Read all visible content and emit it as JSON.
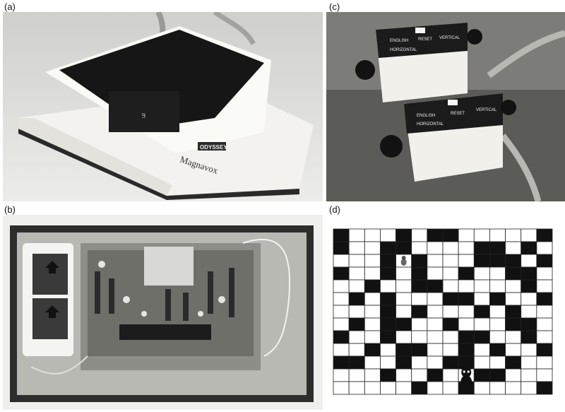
{
  "panels": {
    "a": {
      "label": "(a)",
      "brand_label": "Magnavox",
      "badge": "ODYSSEY",
      "cartridge_number": "9"
    },
    "b": {
      "label": "(b)"
    },
    "c": {
      "label": "(c)",
      "controller": {
        "english": "ENGLISH",
        "horizontal": "HORIZONTAL",
        "reset": "RESET",
        "vertical": "VERTICAL"
      }
    },
    "d": {
      "label": "(d)",
      "grid": {
        "rows": 13,
        "cols": 14,
        "black_cells": [
          [
            0,
            0
          ],
          [
            0,
            4
          ],
          [
            0,
            6
          ],
          [
            0,
            7
          ],
          [
            0,
            13
          ],
          [
            1,
            0
          ],
          [
            1,
            3
          ],
          [
            1,
            4
          ],
          [
            1,
            9
          ],
          [
            1,
            10
          ],
          [
            1,
            12
          ],
          [
            2,
            3
          ],
          [
            2,
            5
          ],
          [
            2,
            9
          ],
          [
            2,
            10
          ],
          [
            2,
            11
          ],
          [
            2,
            13
          ],
          [
            3,
            0
          ],
          [
            3,
            3
          ],
          [
            3,
            5
          ],
          [
            3,
            8
          ],
          [
            3,
            11
          ],
          [
            3,
            12
          ],
          [
            4,
            2
          ],
          [
            4,
            5
          ],
          [
            4,
            6
          ],
          [
            4,
            12
          ],
          [
            5,
            1
          ],
          [
            5,
            3
          ],
          [
            5,
            7
          ],
          [
            5,
            8
          ],
          [
            5,
            10
          ],
          [
            5,
            13
          ],
          [
            6,
            3
          ],
          [
            6,
            5
          ],
          [
            6,
            9
          ],
          [
            6,
            11
          ],
          [
            7,
            1
          ],
          [
            7,
            3
          ],
          [
            7,
            4
          ],
          [
            7,
            7
          ],
          [
            7,
            11
          ],
          [
            7,
            12
          ],
          [
            8,
            0
          ],
          [
            8,
            3
          ],
          [
            8,
            8
          ],
          [
            8,
            9
          ],
          [
            8,
            12
          ],
          [
            9,
            2
          ],
          [
            9,
            4
          ],
          [
            9,
            5
          ],
          [
            9,
            8
          ],
          [
            9,
            10
          ],
          [
            9,
            13
          ],
          [
            10,
            0
          ],
          [
            10,
            1
          ],
          [
            10,
            4
          ],
          [
            10,
            7
          ],
          [
            10,
            8
          ],
          [
            10,
            11
          ],
          [
            11,
            3
          ],
          [
            11,
            6
          ],
          [
            11,
            9
          ],
          [
            11,
            10
          ],
          [
            12,
            5
          ],
          [
            12,
            8
          ],
          [
            12,
            13
          ]
        ],
        "mouse_cell": [
          2,
          4
        ],
        "cat_cell": [
          11,
          8
        ]
      }
    }
  },
  "colors": {
    "background": "#ffffff",
    "photo_bg": "#cfcfcf",
    "dark": "#1a1a1a",
    "cream": "#efeee8"
  }
}
